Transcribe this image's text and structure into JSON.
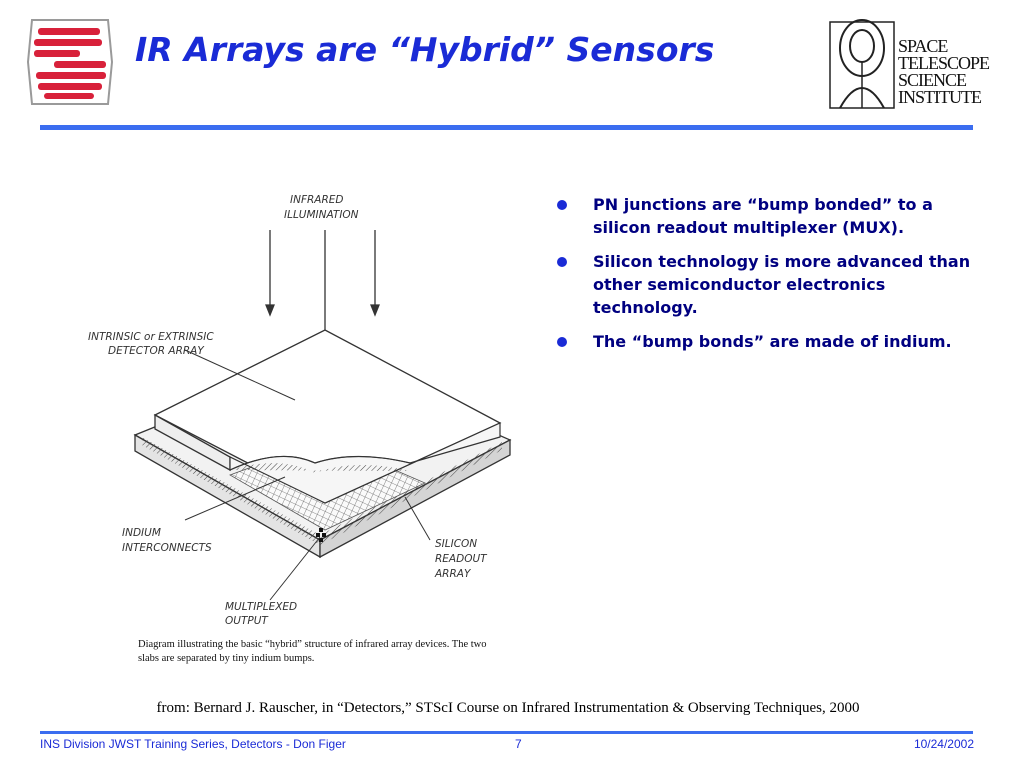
{
  "slide": {
    "title": "IR Arrays are “Hybrid” Sensors"
  },
  "logo_right": {
    "lines": [
      "SPACE",
      "TELESCOPE",
      "SCIENCE",
      "INSTITUTE"
    ]
  },
  "bullets": [
    "PN junctions are “bump bonded” to a silicon readout multiplexer (MUX).",
    "Silicon technology is more advanced than other semiconductor electronics technology.",
    "The “bump bonds” are made of indium."
  ],
  "diagram": {
    "labels": {
      "illumination_1": "INFRARED",
      "illumination_2": "ILLUMINATION",
      "detector_1": "INTRINSIC  or  EXTRINSIC",
      "detector_2": "DETECTOR  ARRAY",
      "indium_1": "INDIUM",
      "indium_2": "INTERCONNECTS",
      "silicon_1": "SILICON",
      "silicon_2": "READOUT",
      "silicon_3": "ARRAY",
      "mux_1": "MULTIPLEXED",
      "mux_2": "OUTPUT"
    },
    "caption_line1": "Diagram illustrating the basic “hybrid” structure of infrared array devices.  The  two",
    "caption_line2": "slabs are separated by tiny indium bumps."
  },
  "citation": "from: Bernard J. Rauscher, in “Detectors,” STScI Course on Infrared Instrumentation & Observing Techniques, 2000",
  "footer": {
    "left": "INS Division JWST Training Series, Detectors - Don Figer",
    "page": "7",
    "date": "10/24/2002"
  },
  "colors": {
    "title_blue": "#1a2bd6",
    "body_navy": "#000080",
    "rule_blue": "#3b6df0",
    "logo_red": "#d8213a"
  }
}
